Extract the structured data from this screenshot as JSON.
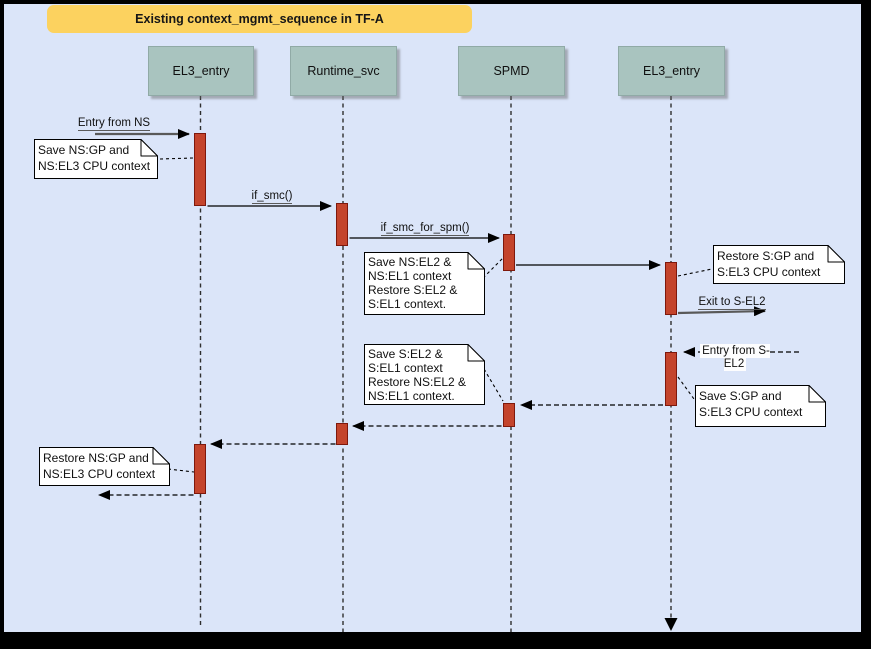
{
  "title": {
    "text": "Existing context_mgmt_sequence in TF-A"
  },
  "actors": {
    "el3_left": {
      "label": "EL3_entry"
    },
    "runtime_svc": {
      "label": "Runtime_svc"
    },
    "spmd": {
      "label": "SPMD"
    },
    "el3_right": {
      "label": "EL3_entry"
    }
  },
  "messages": {
    "entry_from_ns": {
      "label": "Entry from NS",
      "style": "solid"
    },
    "if_smc": {
      "label": "if_smc()",
      "style": "solid"
    },
    "if_smc_for_spm": {
      "label": "if_smc_for_spm()",
      "style": "solid"
    },
    "spmd_to_el3": {
      "label": "",
      "style": "solid"
    },
    "exit_to_sel2": {
      "label": "Exit to S-EL2",
      "style": "solid"
    },
    "entry_from_sel2": {
      "label": "Entry from S-EL2",
      "style": "dashed"
    },
    "el3_to_spmd_ret": {
      "label": "",
      "style": "dashed"
    },
    "spmd_to_rs_ret": {
      "label": "",
      "style": "dashed"
    },
    "rs_to_el3_ret": {
      "label": "",
      "style": "dashed"
    },
    "el3_exit_ret": {
      "label": "",
      "style": "dashed"
    }
  },
  "notes": {
    "save_ns_gp": {
      "text": "Save NS:GP and\nNS:EL3 CPU context"
    },
    "save_ns_el2": {
      "text": "Save NS:EL2 &\nNS:EL1 context\nRestore S:EL2 &\nS:EL1 context."
    },
    "restore_s_gp": {
      "text": "Restore S:GP and\nS:EL3 CPU context"
    },
    "save_s_el2": {
      "text": "Save S:EL2 &\nS:EL1 context\nRestore NS:EL2 &\nNS:EL1 context."
    },
    "save_s_gp": {
      "text": "Save S:GP and\nS:EL3 CPU context"
    },
    "restore_ns_gp": {
      "text": "Restore NS:GP and\nNS:EL3 CPU context"
    }
  },
  "colors": {
    "background": "#dbe5f9",
    "frame": "#000000",
    "title_fill": "#fcd25f",
    "actor_fill": "#a9c4bf",
    "activation_fill": "#c4442c",
    "activation_border": "#7e180c",
    "note_fill": "#ffffff",
    "line": "#000000"
  }
}
